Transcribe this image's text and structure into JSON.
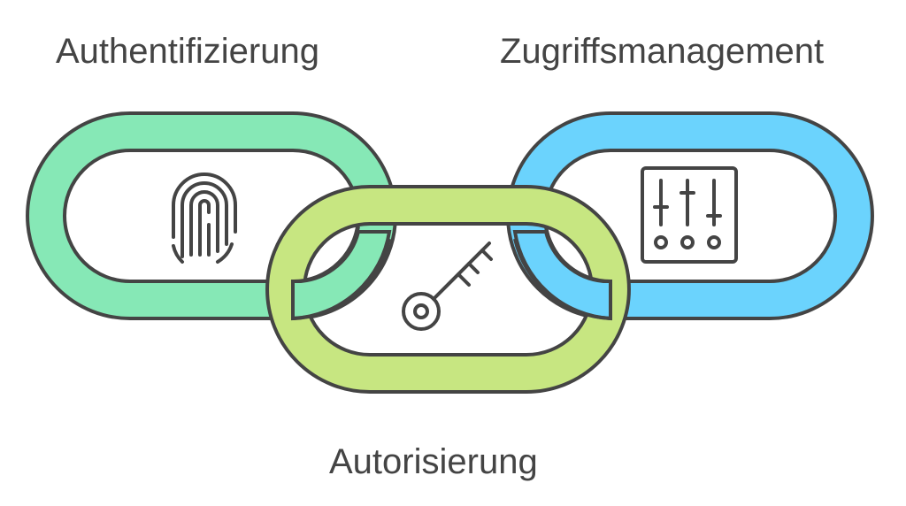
{
  "labels": {
    "authentication": "Authentifizierung",
    "access_management": "Zugriffsmanagement",
    "authorization": "Autorisierung"
  },
  "colors": {
    "authentication_link": "#86E8B6",
    "authorization_link": "#C7E681",
    "access_management_link": "#6BD3FD",
    "outline": "#444444",
    "background": "#FFFFFF"
  },
  "icons": {
    "authentication": "fingerprint-icon",
    "authorization": "key-icon",
    "access_management": "sliders-icon"
  }
}
